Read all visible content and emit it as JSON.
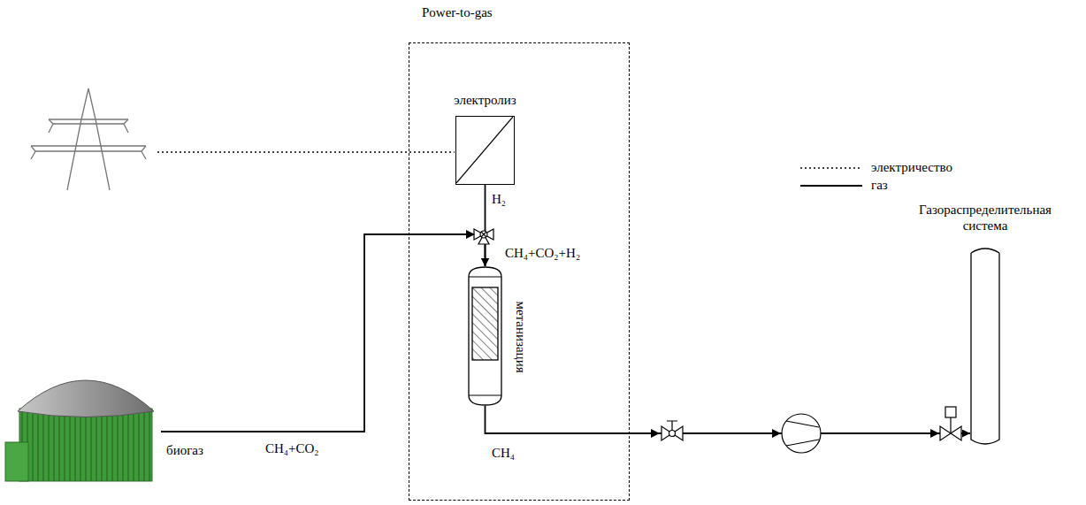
{
  "diagram": {
    "nodes": [
      {
        "text": [
          "Power-to-gas"
        ]
      },
      {
        "text": [
          "электролиз"
        ],
        "in": 0
      },
      {
        "text": [
          "метанизация"
        ],
        "in": 0
      },
      {
        "text": [
          "биогаз"
        ]
      },
      {
        "text": [
          "Газораспределительная система"
        ]
      }
    ],
    "edges": [
      {
        "from": 1,
        "to": 2,
        "label": "H₂",
        "arrow": "to"
      },
      {
        "from": 3,
        "to": 2,
        "label": "CH₄+CO₂",
        "arrow": "to"
      },
      {
        "from": 2,
        "to": 4,
        "label": "CH₄",
        "arrow": "to"
      }
    ],
    "labels": [
      "CH₄+CO₂+H₂"
    ],
    "legend": [
      {
        "text": "электричество"
      },
      {
        "text": "газ"
      }
    ]
  }
}
